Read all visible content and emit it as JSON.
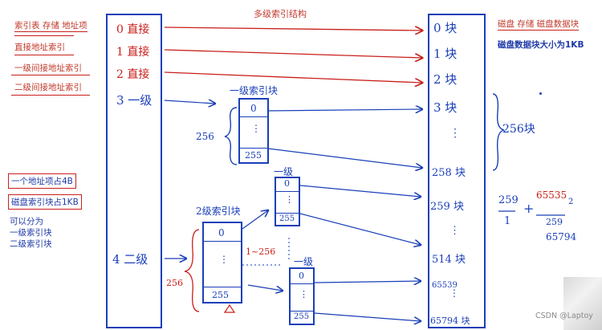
{
  "title": "多级索引结构",
  "header": {
    "inode_fields": "索引表  存储  地址项",
    "disk_fields": "磁盘  存储  磁盘数据块",
    "block_size_note": "磁盘数据块大小为1KB"
  },
  "legend": {
    "direct": "直接地址索引",
    "single_indirect": "一级间接地址索引",
    "double_indirect": "二级间接地址索引"
  },
  "notes": {
    "addr_size": "一个地址项占4B",
    "index_block_size": "磁盘索引块占1KB",
    "can_be_divided": "可以分为",
    "level1_block": "一级索引块",
    "level2_block": "二级索引块"
  },
  "inode_entries": [
    "0 直接",
    "1 直接",
    "2 直接",
    "3 一级",
    "4 二级"
  ],
  "index_blocks": {
    "level1_label": "一级索引块",
    "level1_first": "0",
    "level1_last": "255",
    "level1_count": "256",
    "level2_label": "2级索引块",
    "level2_first": "0",
    "level2_last": "255",
    "level2_count": "256",
    "level2_range": "1~256",
    "sub1_label": "一级",
    "sub1_first": "0",
    "sub1_last": "255",
    "sub2_label": "一级",
    "sub2_first": "0",
    "sub2_last": "255",
    "dots": "⋮"
  },
  "disk_blocks": [
    "0 块",
    "1 块",
    "2 块",
    "3 块",
    "258 块",
    "259 块",
    "514 块",
    "65539",
    "65794 块"
  ],
  "disk_annotation": "256块",
  "calc": {
    "left_numerator": "259",
    "left_denominator": "1",
    "plus": "+",
    "right_numerator": "65535",
    "right_denominator": "259",
    "result": "65794",
    "exponent": "2"
  },
  "watermark": "CSDN @Laptoy",
  "colors": {
    "blue_ink": "#1a3fb8",
    "red_ink": "#c8201c"
  }
}
